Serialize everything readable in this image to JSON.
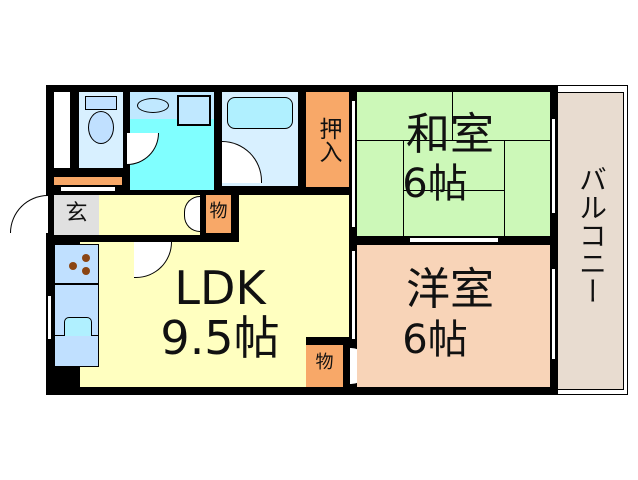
{
  "plan": {
    "rooms": {
      "washitsu": {
        "name": "和室",
        "size": "6帖",
        "color": "#ccf8b8"
      },
      "yoshitsu": {
        "name": "洋室",
        "size": "6帖",
        "color": "#f8d4b8"
      },
      "ldk": {
        "name": "LDK",
        "size": "9.5帖",
        "color": "#ffffc0"
      },
      "balcony": {
        "name": "バルコニー",
        "color": "#e8dcd0"
      },
      "oshiire": {
        "name": "押入",
        "color": "#f8a868"
      },
      "mono1": {
        "name": "物",
        "color": "#f8a868"
      },
      "mono2": {
        "name": "物",
        "color": "#f8a868"
      },
      "genkan": {
        "name": "玄",
        "color": "#e0e0e0"
      },
      "bath": {
        "color": "#d8f0ff"
      },
      "washroom": {
        "color": "#80ffff"
      },
      "toilet": {
        "color": "#d8f0ff"
      },
      "kitchen": {
        "color": "#c0e0ff"
      }
    },
    "balcony_chars": [
      "バ",
      "ル",
      "コ",
      "ニ",
      "ー"
    ]
  }
}
